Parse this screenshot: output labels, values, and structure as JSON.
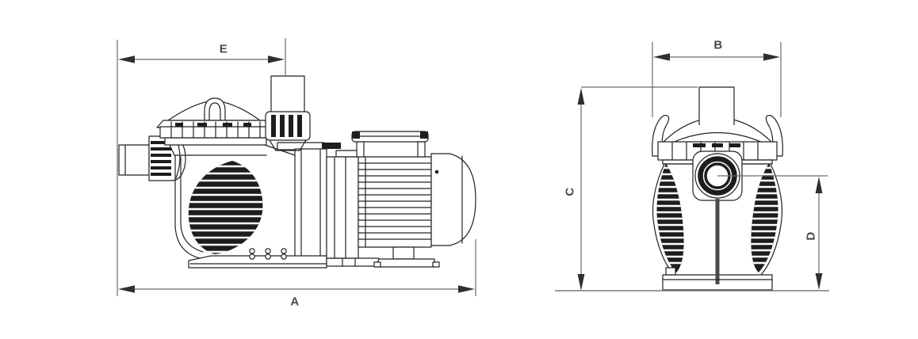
{
  "diagram": {
    "kind": "technical dimension drawing",
    "subject": "centrifugal swimming-pool pump outline drawing, two orthographic views",
    "views": [
      {
        "id": "side-view",
        "position": "left",
        "dimension_labels": [
          "E",
          "A"
        ]
      },
      {
        "id": "front-view",
        "position": "right",
        "dimension_labels": [
          "B",
          "C",
          "D"
        ]
      }
    ],
    "labels": {
      "A": "A",
      "B": "B",
      "C": "C",
      "D": "D",
      "E": "E"
    },
    "colors": {
      "background": "#ffffff",
      "outline": "#222222",
      "dark_fill": "#1d1d1d",
      "dimension_line": "#6a6a6a",
      "arrow": "#2f2f2f",
      "label_text": "#434a55"
    }
  }
}
